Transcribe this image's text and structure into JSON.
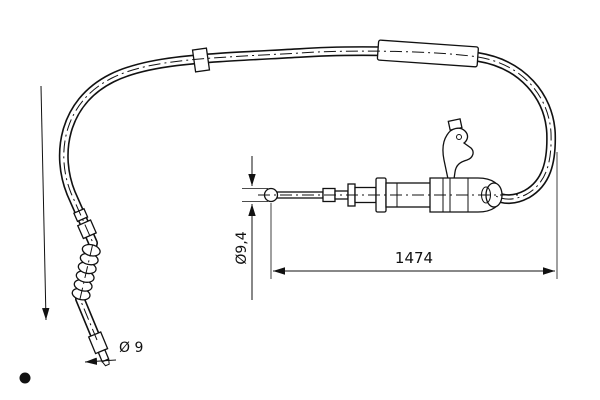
{
  "drawing": {
    "title": "brake-cable-technical-drawing",
    "labels": {
      "ball_diameter": "Ø9,4",
      "overall_length": "1474",
      "end_fitting_diameter": "Ø 9"
    },
    "colors": {
      "line": "#111111",
      "background": "#ffffff"
    }
  }
}
